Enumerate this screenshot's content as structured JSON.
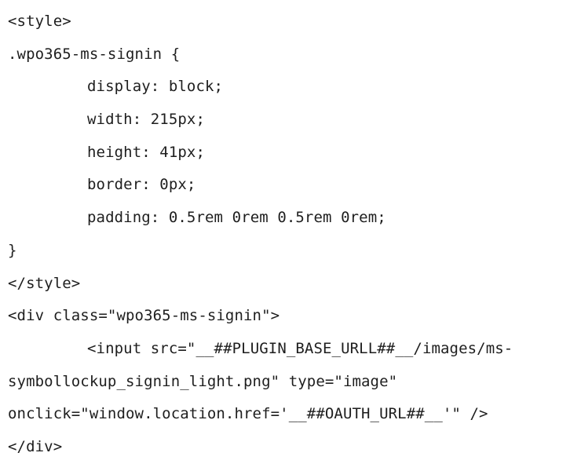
{
  "code": {
    "lines": [
      {
        "text": "<style>",
        "indent": false
      },
      {
        "text": ".wpo365-ms-signin {",
        "indent": false
      },
      {
        "text": "display: block;",
        "indent": true
      },
      {
        "text": "width: 215px;",
        "indent": true
      },
      {
        "text": "height: 41px;",
        "indent": true
      },
      {
        "text": "border: 0px;",
        "indent": true
      },
      {
        "text": "padding: 0.5rem 0rem 0.5rem 0rem;",
        "indent": true
      },
      {
        "text": "}",
        "indent": false
      },
      {
        "text": "</style>",
        "indent": false
      },
      {
        "text": "<div class=\"wpo365-ms-signin\">",
        "indent": false
      },
      {
        "text": "<input src=\"__##PLUGIN_BASE_URLL##__/images/ms-",
        "indent": true
      },
      {
        "text": "symbollockup_signin_light.png\" type=\"image\"",
        "indent": false
      },
      {
        "text": "onclick=\"window.location.href='__##OAUTH_URL##__'\" />",
        "indent": false
      },
      {
        "text": "</div>",
        "indent": false
      }
    ]
  }
}
